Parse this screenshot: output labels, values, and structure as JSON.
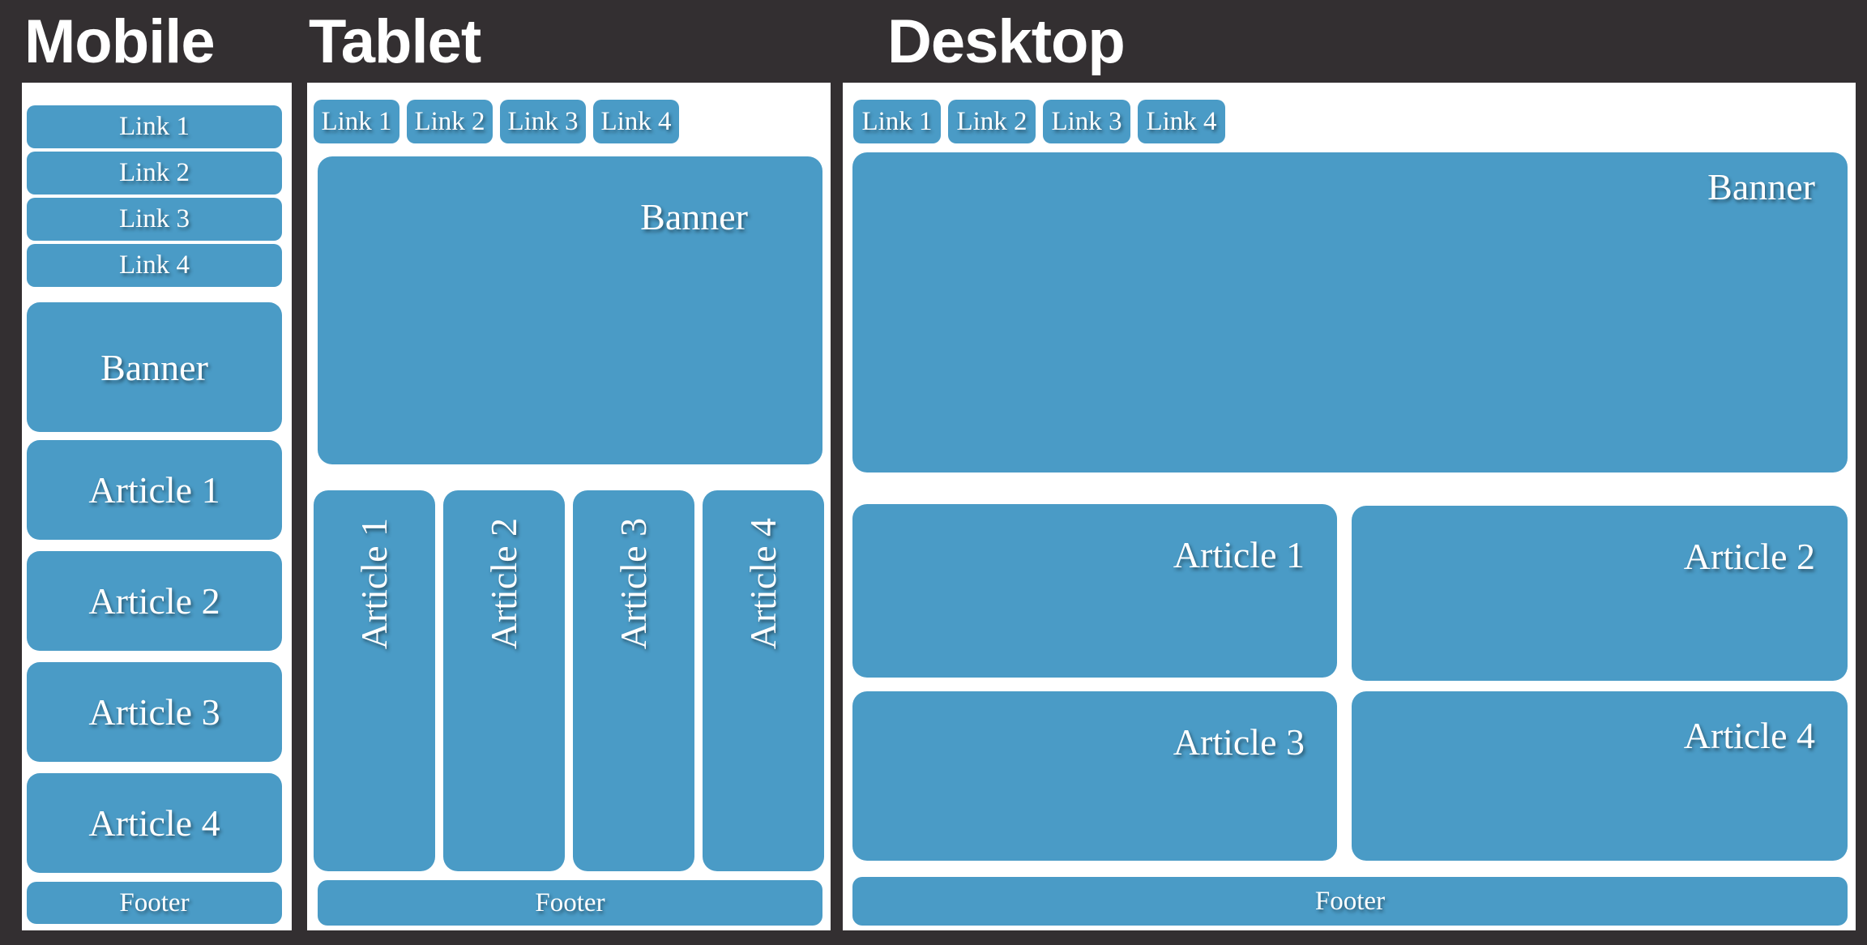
{
  "diagram": {
    "panels": [
      {
        "id": "mobile",
        "title": "Mobile",
        "links": [
          "Link 1",
          "Link 2",
          "Link 3",
          "Link 4"
        ],
        "banner": "Banner",
        "articles": [
          "Article 1",
          "Article 2",
          "Article 3",
          "Article 4"
        ],
        "footer": "Footer"
      },
      {
        "id": "tablet",
        "title": "Tablet",
        "links": [
          "Link 1",
          "Link 2",
          "Link 3",
          "Link 4"
        ],
        "banner": "Banner",
        "articles": [
          "Article 1",
          "Article 2",
          "Article 3",
          "Article 4"
        ],
        "footer": "Footer"
      },
      {
        "id": "desktop",
        "title": "Desktop",
        "links": [
          "Link 1",
          "Link 2",
          "Link 3",
          "Link 4"
        ],
        "banner": "Banner",
        "articles": [
          "Article 1",
          "Article 2",
          "Article 3",
          "Article 4"
        ],
        "footer": "Footer"
      }
    ],
    "colors": {
      "accent_blue": "#4a9bc6",
      "background_dark": "#332f31",
      "panel_white": "#ffffff",
      "label_text": "#ffffff"
    }
  }
}
